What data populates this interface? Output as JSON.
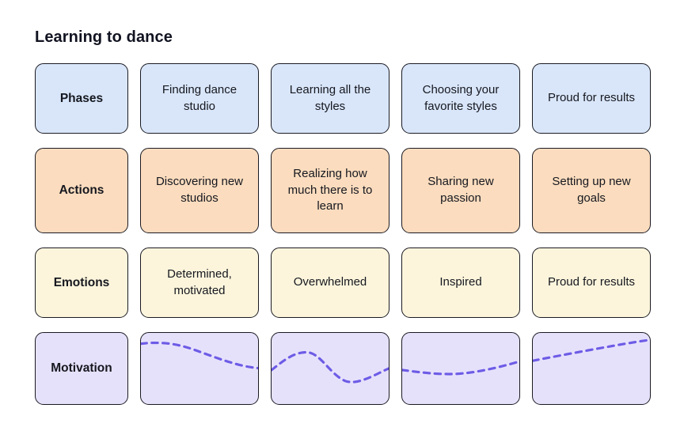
{
  "title": "Learning to dance",
  "rows": [
    {
      "label": "Phases",
      "cells": [
        "Finding dance studio",
        "Learning all the styles",
        "Choosing your favorite styles",
        "Proud for results"
      ]
    },
    {
      "label": "Actions",
      "cells": [
        "Discovering new studios",
        "Realizing how much there is to learn",
        "Sharing new passion",
        "Setting up new goals"
      ]
    },
    {
      "label": "Emotions",
      "cells": [
        "Determined, motivated",
        "Overwhelmed",
        "Inspired",
        "Proud for results"
      ]
    },
    {
      "label": "Motivation",
      "cells": [
        "motivation-curve-declining",
        "motivation-curve-peak-then-dip",
        "motivation-curve-flat-slight-rise",
        "motivation-curve-rising"
      ]
    }
  ],
  "motivation": {
    "curve_paths": [
      "M0,14 C20,11.5 42,12.5 66,21 C94,31 124,43.5 150,45.5",
      "M0,48 C14,37 27,25.5 44,25 C62,24.5 74,53 94,62 C110,68.5 134,53 150,46",
      "M0,48 C20,50.5 44,54 69,53 C96,51.5 126,44 150,37",
      "M0,36 C30,30 68,23 104,16.5 C121,13.5 136,11 150,9"
    ],
    "levels_pct_by_phase": [
      [
        85,
        86,
        77,
        51
      ],
      [
        48,
        73,
        33,
        50
      ],
      [
        48,
        43,
        44,
        60
      ],
      [
        61,
        70,
        82,
        90
      ]
    ]
  },
  "colors": {
    "background": "#ffffff",
    "phases_fill": "#d9e6fa",
    "actions_fill": "#fbdcbe",
    "emotions_fill": "#fcf5dc",
    "motivation_fill": "#e6e1fb",
    "card_border": "#1a1a22",
    "motivation_line": "#6d5ce6",
    "text": "#16181f"
  }
}
